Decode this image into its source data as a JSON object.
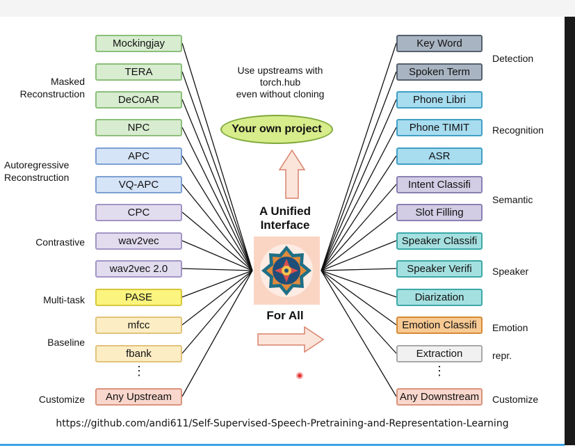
{
  "upstreams": [
    {
      "label": "Mockingjay",
      "fill": "#d8ecd0",
      "stroke": "#8bbf7a"
    },
    {
      "label": "TERA",
      "fill": "#d8ecd0",
      "stroke": "#8bbf7a"
    },
    {
      "label": "DeCoAR",
      "fill": "#d8ecd0",
      "stroke": "#8bbf7a"
    },
    {
      "label": "NPC",
      "fill": "#d8ecd0",
      "stroke": "#8bbf7a"
    },
    {
      "label": "APC",
      "fill": "#d6e4f7",
      "stroke": "#7d9fd2"
    },
    {
      "label": "VQ-APC",
      "fill": "#d6e4f7",
      "stroke": "#7d9fd2"
    },
    {
      "label": "CPC",
      "fill": "#e2dcef",
      "stroke": "#a295c4"
    },
    {
      "label": "wav2vec",
      "fill": "#e2dcef",
      "stroke": "#a295c4"
    },
    {
      "label": "wav2vec 2.0",
      "fill": "#e2dcef",
      "stroke": "#a295c4"
    },
    {
      "label": "PASE",
      "fill": "#fbf47e",
      "stroke": "#d7c73b"
    },
    {
      "label": "mfcc",
      "fill": "#fcedc4",
      "stroke": "#e2c27a"
    },
    {
      "label": "fbank",
      "fill": "#fcedc4",
      "stroke": "#e2c27a"
    },
    {
      "label": "Any Upstream",
      "fill": "#f9d7cc",
      "stroke": "#d9937c"
    }
  ],
  "downstreams": [
    {
      "label": "Key Word",
      "fill": "#a9b4c2",
      "stroke": "#55606e"
    },
    {
      "label": "Spoken Term",
      "fill": "#a9b4c2",
      "stroke": "#55606e"
    },
    {
      "label": "Phone Libri",
      "fill": "#a8dcef",
      "stroke": "#3f9fc4"
    },
    {
      "label": "Phone TIMIT",
      "fill": "#a8dcef",
      "stroke": "#3f9fc4"
    },
    {
      "label": "ASR",
      "fill": "#a8dcef",
      "stroke": "#3f9fc4"
    },
    {
      "label": "Intent Classifi",
      "fill": "#d2cde4",
      "stroke": "#8b80b3"
    },
    {
      "label": "Slot Filling",
      "fill": "#d2cde4",
      "stroke": "#8b80b3"
    },
    {
      "label": "Speaker Classifi",
      "fill": "#a5e0e0",
      "stroke": "#3ca8a8"
    },
    {
      "label": "Speaker Verifi",
      "fill": "#a5e0e0",
      "stroke": "#3ca8a8"
    },
    {
      "label": "Diarization",
      "fill": "#a5e0e0",
      "stroke": "#3ca8a8"
    },
    {
      "label": "Emotion Classifi",
      "fill": "#f7c993",
      "stroke": "#d68a34"
    },
    {
      "label": "Extraction",
      "fill": "#f1f1f1",
      "stroke": "#a8a8a8"
    },
    {
      "label": "Any Downstream",
      "fill": "#f9d7cc",
      "stroke": "#d9937c"
    }
  ],
  "left_groups": [
    {
      "line1": "Masked",
      "line2": "Reconstruction"
    },
    {
      "line1": "Autoregressive",
      "line2": "Reconstruction"
    },
    {
      "line1": "Contrastive"
    },
    {
      "line1": "Multi-task"
    },
    {
      "line1": "Baseline"
    },
    {
      "line1": "Customize"
    }
  ],
  "right_groups": [
    {
      "line1": "Detection"
    },
    {
      "line1": "Recognition"
    },
    {
      "line1": "Semantic"
    },
    {
      "line1": "Speaker"
    },
    {
      "line1": "Emotion"
    },
    {
      "line1": "repr."
    },
    {
      "line1": "Customize"
    }
  ],
  "center": {
    "note_line1": "Use upstreams with",
    "note_line2": "torch.hub",
    "note_line3": "even without cloning",
    "project": "Your own project",
    "title_line1": "A Unified",
    "title_line2": "Interface",
    "for_all": "For All"
  },
  "ellipsis": "⋮",
  "url": "https://github.com/andi611/Self-Supervised-Speech-Pretraining-and-Representation-Learning"
}
